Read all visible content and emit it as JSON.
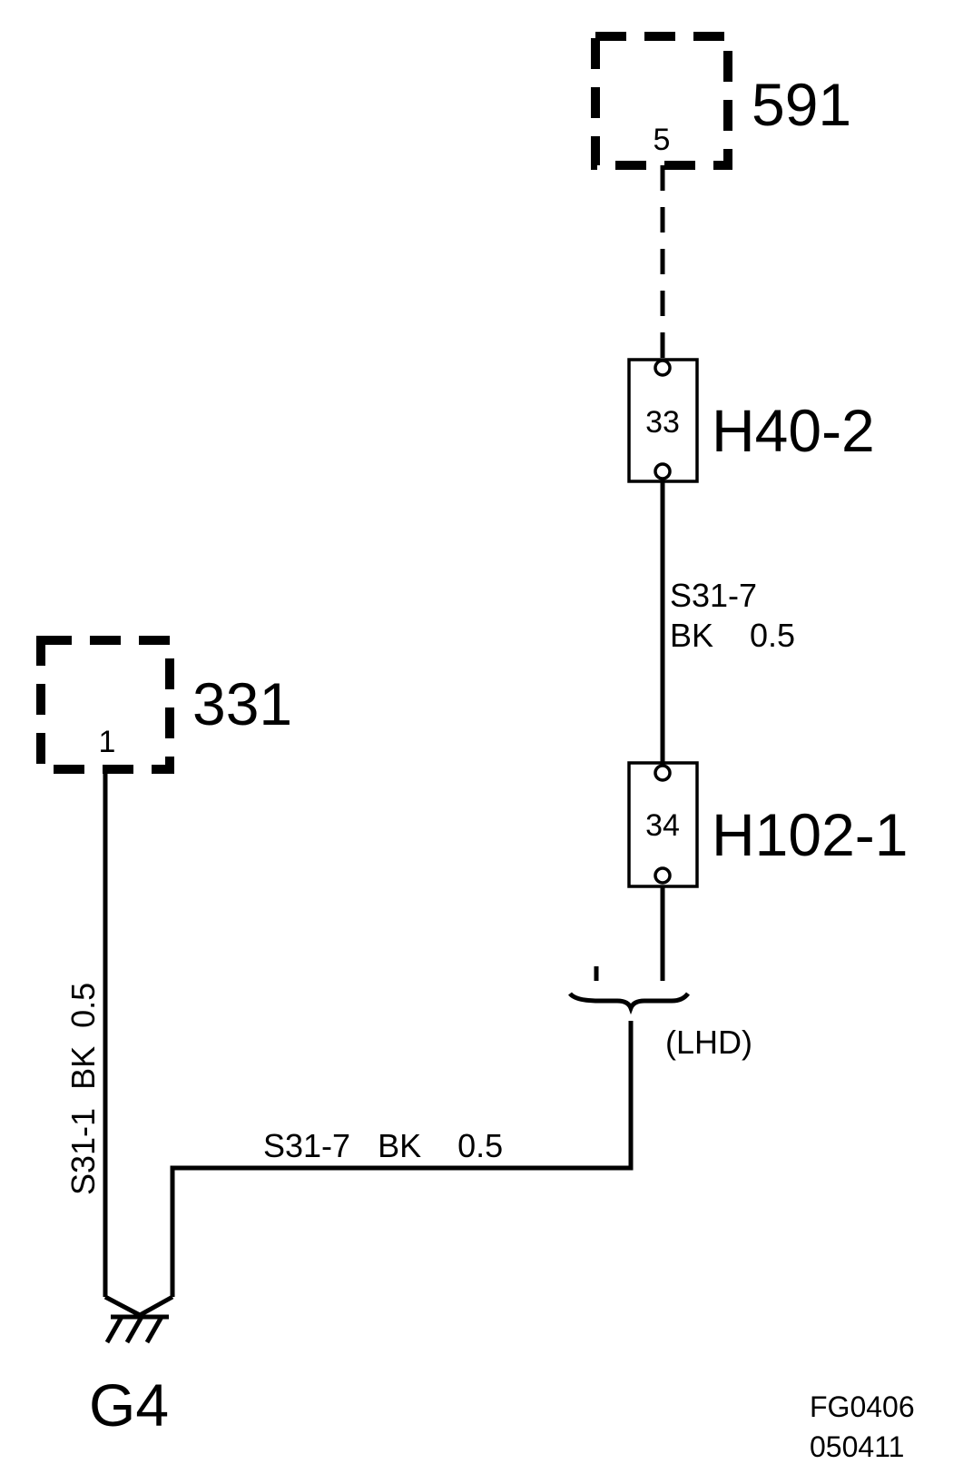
{
  "components": {
    "c591": {
      "number": "591",
      "pin": "5"
    },
    "c331": {
      "number": "331",
      "pin": "1"
    }
  },
  "connectors": {
    "h40_2": {
      "name": "H40-2",
      "pin": "33"
    },
    "h102_1": {
      "name": "H102-1",
      "pin": "34"
    }
  },
  "wires": {
    "w_s31_7_upper": {
      "circuit": "S31-7",
      "color_size": "BK    0.5"
    },
    "w_s31_1": {
      "label": "S31-1  BK  0.5"
    },
    "w_s31_7_lower": {
      "label": "S31-7   BK    0.5"
    }
  },
  "option": {
    "label": "(LHD)"
  },
  "ground": {
    "label": "G4"
  },
  "figure": {
    "code": "FG0406",
    "date": "050411"
  },
  "colors": {
    "ink": "#000000",
    "background": "#ffffff"
  }
}
